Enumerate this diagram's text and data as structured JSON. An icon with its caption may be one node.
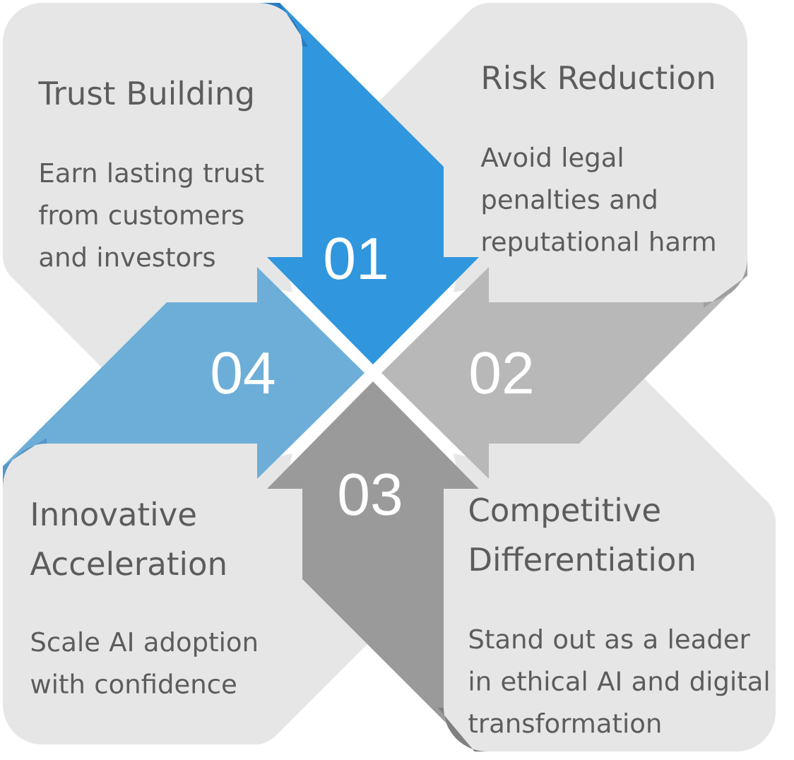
{
  "diagram": {
    "nodes": [
      {
        "text": [
          "Trust Building",
          "Earn lasting trust from customers and investors"
        ]
      },
      {
        "text": [
          "Risk Reduction",
          "Avoid legal penalties and reputational harm"
        ]
      },
      {
        "text": [
          "01"
        ]
      },
      {
        "text": [
          "04"
        ]
      },
      {
        "text": [
          "02"
        ]
      },
      {
        "text": [
          "03"
        ]
      },
      {
        "text": [
          "Innovative Acceleration",
          "Scale AI adoption with confidence"
        ]
      },
      {
        "text": [
          "Competitive Differentiation",
          "Stand out as a leader in ethical AI and digital transformation"
        ]
      }
    ]
  }
}
